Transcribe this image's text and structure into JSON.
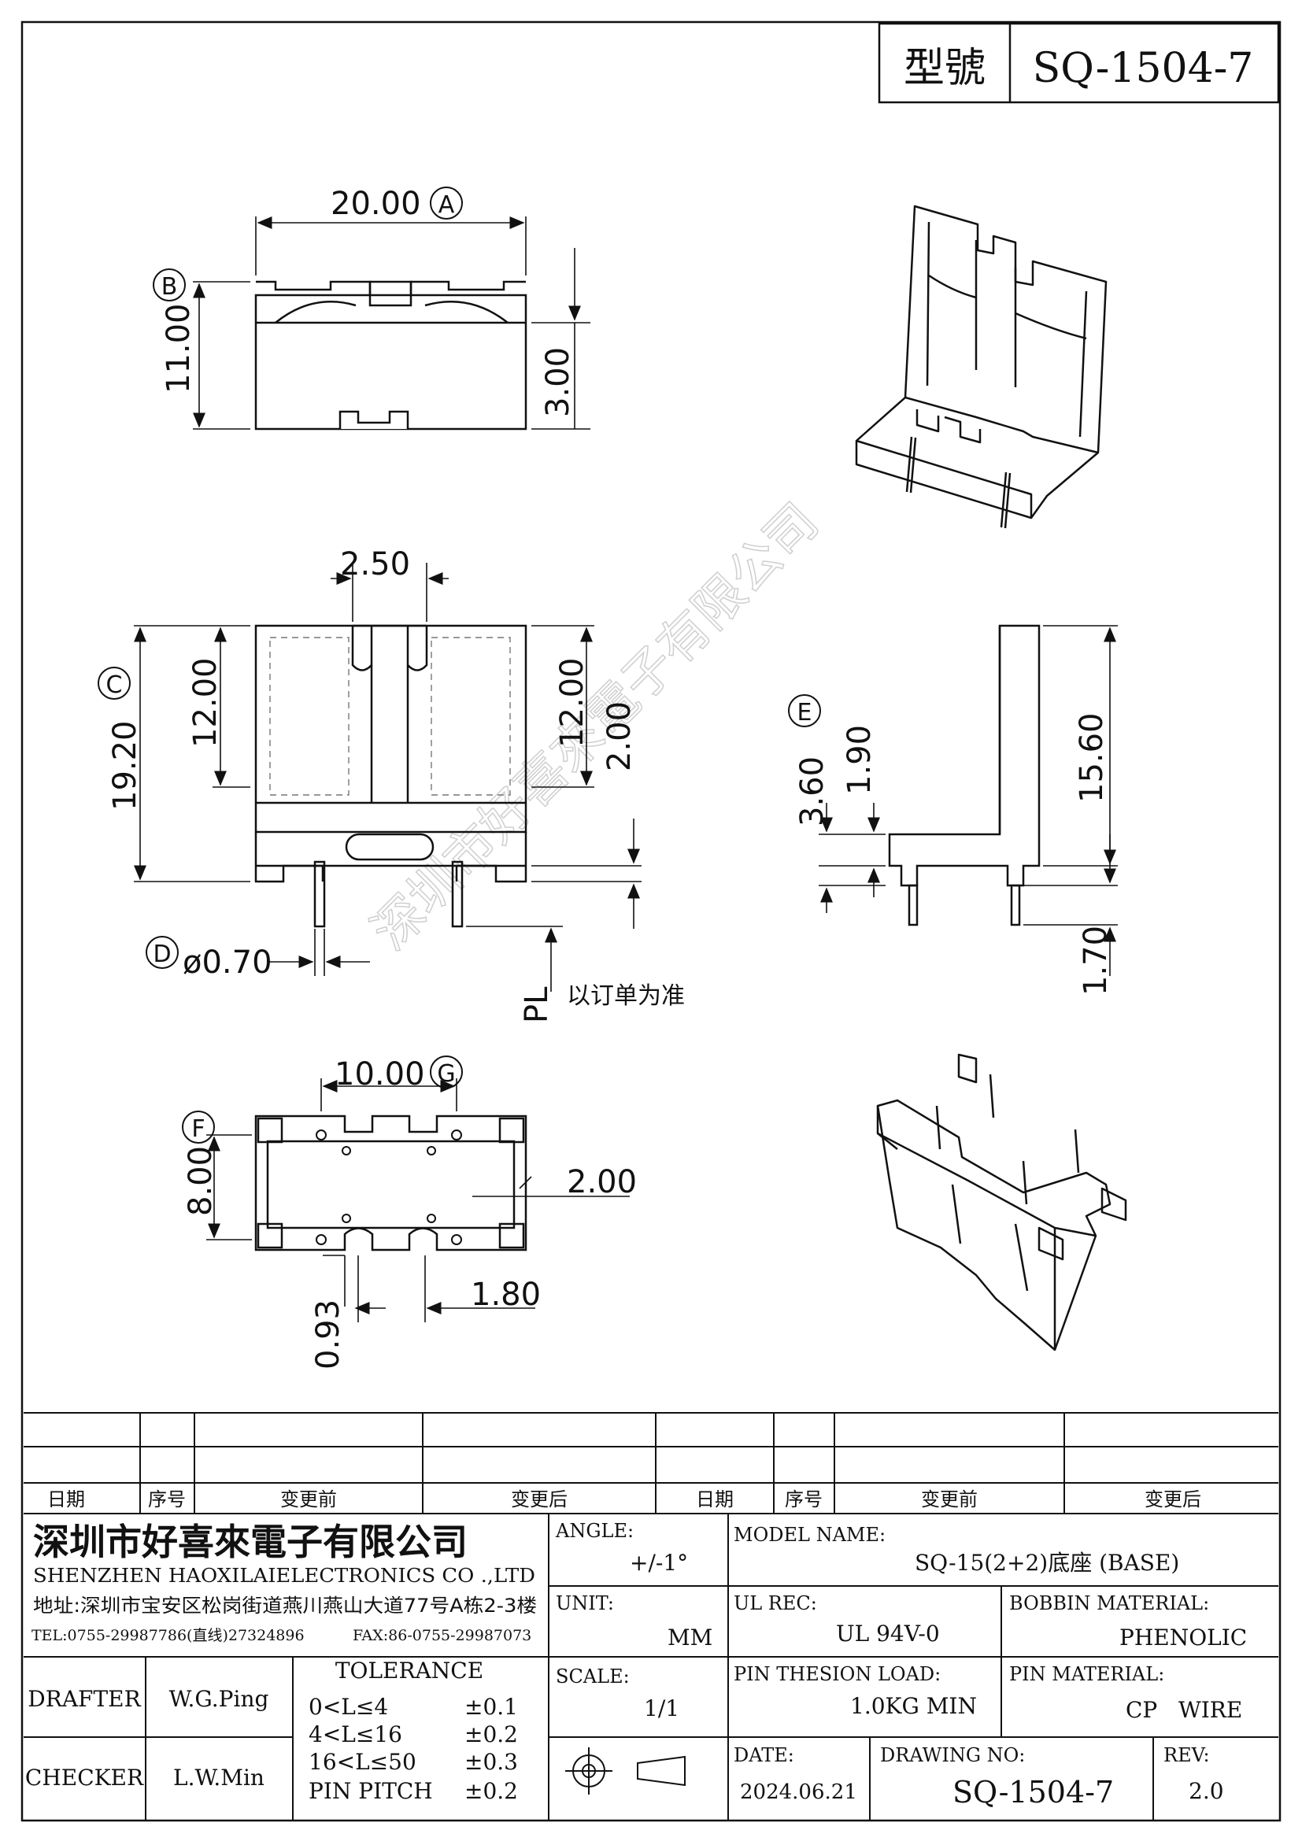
{
  "header": {
    "model_label": "型號",
    "model_number": "SQ-1504-7"
  },
  "watermark": "深圳市好喜來電子有限公司",
  "drawing": {
    "callouts": [
      "A",
      "B",
      "C",
      "D",
      "E",
      "F",
      "G"
    ],
    "dims": {
      "top_width": "20.00",
      "top_height": "11.00",
      "top_slot": "3.00",
      "front_slot": "2.50",
      "front_height": "19.20",
      "front_left_window": "12.00",
      "front_right_window": "12.00",
      "front_tab": "2.00",
      "pin_diameter": "ø0.70",
      "pin_length_label": "PL",
      "pin_length_note": "以订单为准",
      "side_step": "3.60",
      "side_step2": "1.90",
      "side_height": "15.60",
      "side_pin": "1.70",
      "bottom_pitch": "10.00",
      "bottom_height": "8.00",
      "bottom_offset": "2.00",
      "bottom_notch": "1.80",
      "bottom_small": "0.93"
    }
  },
  "revision_table": {
    "headers": [
      "日期",
      "序号",
      "变更前",
      "变更后",
      "日期",
      "序号",
      "变更前",
      "变更后"
    ]
  },
  "title_block": {
    "company_cn": "深圳市好喜來電子有限公司",
    "company_en": "SHENZHEN HAOXILAIELECTRONICS CO .,LTD",
    "address": "地址:深圳市宝安区松岗街道燕川燕山大道77号A栋2-3楼",
    "tel": "TEL:0755-29987786(直线)27324896",
    "fax": "FAX:86-0755-29987073",
    "drafter_label": "DRAFTER",
    "drafter": "W.G.Ping",
    "checker_label": "CHECKER",
    "checker": "L.W.Min",
    "tolerance_label": "TOLERANCE",
    "tolerances": [
      {
        "range": "0<L≤4",
        "value": "±0.1"
      },
      {
        "range": "4<L≤16",
        "value": "±0.2"
      },
      {
        "range": "16<L≤50",
        "value": "±0.3"
      },
      {
        "range": "PIN PITCH",
        "value": "±0.2"
      }
    ],
    "angle_label": "ANGLE:",
    "angle": "+/-1°",
    "unit_label": "UNIT:",
    "unit": "MM",
    "scale_label": "SCALE:",
    "scale": "1/1",
    "model_name_label": "MODEL NAME:",
    "model_name": "SQ-15(2+2)底座 (BASE)",
    "ul_rec_label": "UL REC:",
    "ul_rec": "UL 94V-0",
    "bobbin_material_label": "BOBBIN MATERIAL:",
    "bobbin_material": "PHENOLIC",
    "pin_load_label": "PIN THESION LOAD:",
    "pin_load": "1.0KG MIN",
    "pin_material_label": "PIN MATERIAL:",
    "pin_material": "CP   WIRE",
    "date_label": "DATE:",
    "date": "2024.06.21",
    "drawing_no_label": "DRAWING NO:",
    "drawing_no": "SQ-1504-7",
    "rev_label": "REV:",
    "rev": "2.0"
  }
}
